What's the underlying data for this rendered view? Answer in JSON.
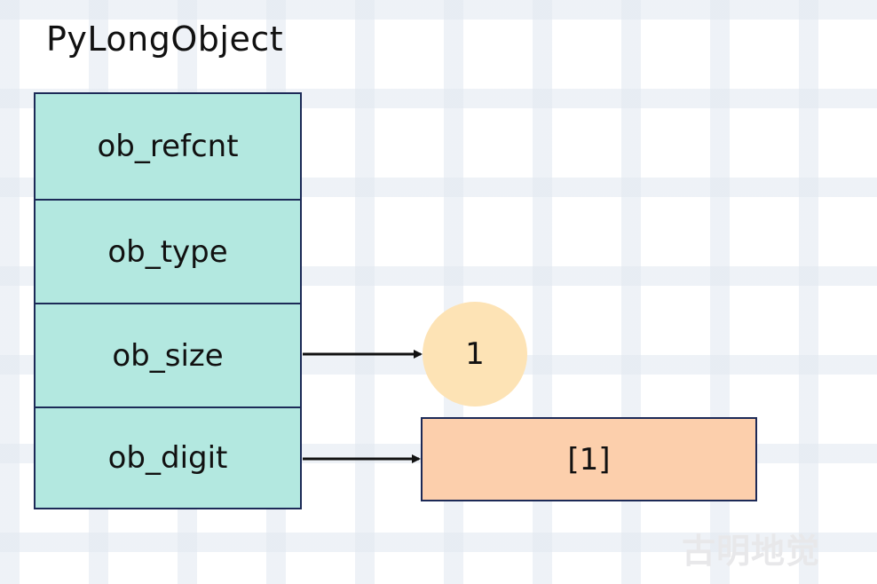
{
  "title": "PyLongObject",
  "fields": [
    {
      "label": "ob_refcnt"
    },
    {
      "label": "ob_type"
    },
    {
      "label": "ob_size"
    },
    {
      "label": "ob_digit"
    }
  ],
  "size_value": "1",
  "digit_value": "[1]",
  "watermark": "古明地觉",
  "colors": {
    "struct_fill": "#b3e8e0",
    "struct_border": "#1c2a57",
    "size_circle_fill": "#fde3b5",
    "digit_box_fill": "#fccfac",
    "arrow": "#111111"
  }
}
